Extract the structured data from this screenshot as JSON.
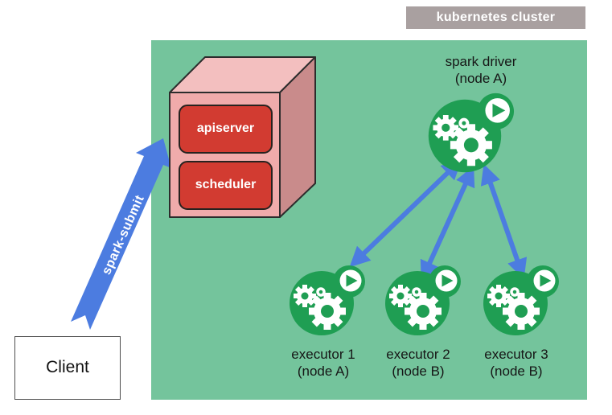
{
  "cluster": {
    "label": "kubernetes cluster"
  },
  "control_plane": {
    "apiserver_label": "apiserver",
    "scheduler_label": "scheduler"
  },
  "submit_arrow_label": "spark-submit",
  "client_label": "Client",
  "driver": {
    "name": "spark driver",
    "node": "(node A)"
  },
  "executors": [
    {
      "name": "executor 1",
      "node": "(node A)"
    },
    {
      "name": "executor 2",
      "node": "(node B)"
    },
    {
      "name": "executor 3",
      "node": "(node B)"
    }
  ],
  "colors": {
    "cluster_bg": "#74c49c",
    "cluster_label_bg": "#a9a0a0",
    "engine_green": "#1f9e53",
    "arrow_blue": "#4c7ce0",
    "box_front": "#f0abab",
    "box_top": "#f3bfbf",
    "box_side": "#c98b8b",
    "component_red": "#d23b31",
    "label_text": "#161616"
  }
}
